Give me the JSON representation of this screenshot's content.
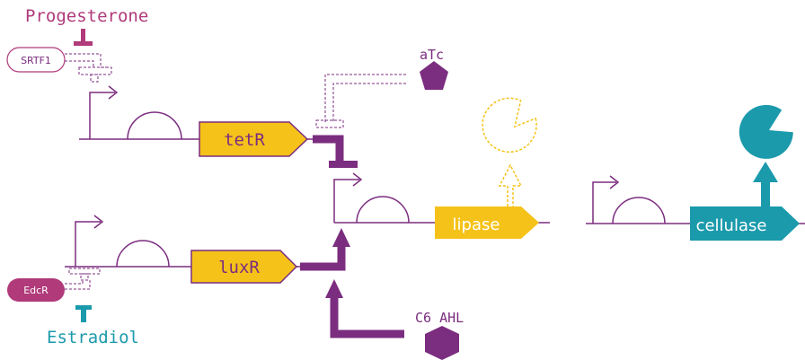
{
  "colors": {
    "purple": "#7b2d7f",
    "magenta": "#b03a7a",
    "gold": "#f5c219",
    "teal": "#1b9aac",
    "white": "#ffffff"
  },
  "labels": {
    "progesterone": "Progesterone",
    "srtf1": "SRTF1",
    "atc": "aTc",
    "tetr": "tetR",
    "luxr": "luxR",
    "lipase": "lipase",
    "cellulase": "cellulase",
    "edcr": "EdcR",
    "estradiol": "Estradiol",
    "c6_ahl": "C6  AHL"
  },
  "icons": [
    "promoter-arrow-icon",
    "ribosome-binding-site-icon",
    "inhibition-symbol-icon",
    "activation-arrow-icon",
    "pentagon-molecule-icon",
    "hexagon-molecule-icon",
    "pacman-enzyme-icon"
  ]
}
